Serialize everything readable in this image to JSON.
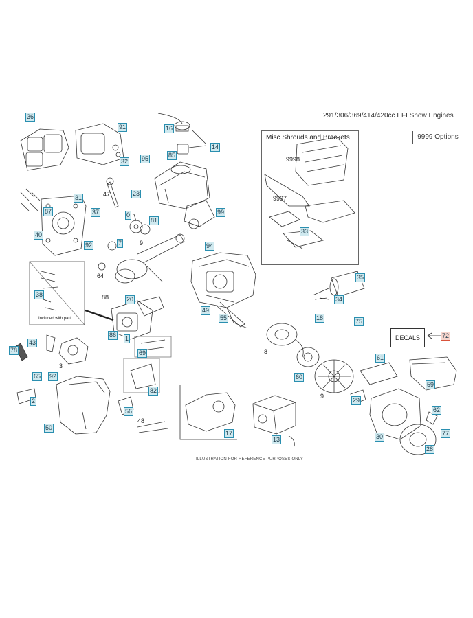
{
  "title": "291/306/369/414/420cc EFI Snow Engines",
  "options_label": "9999 Options",
  "misc_box_title": "Misc Shrouds and Brackets",
  "misc_items": [
    "9998",
    "9997"
  ],
  "decals_label": "DECALS",
  "decals_callout": "72",
  "inset_note": "Included with part",
  "footnote": "ILLUSTRATION FOR REFERENCE PURPOSES ONLY",
  "callouts": [
    "36",
    "91",
    "32",
    "16",
    "85",
    "14",
    "95",
    "47",
    "23",
    "87",
    "31",
    "37",
    "40",
    "92",
    "7",
    "0",
    "81",
    "99",
    "94",
    "9",
    "64",
    "38",
    "88",
    "20",
    "86",
    "1",
    "49",
    "55",
    "34",
    "35",
    "18",
    "75",
    "69",
    "43",
    "78",
    "3",
    "65",
    "92",
    "8",
    "61",
    "60",
    "9",
    "29",
    "59",
    "82",
    "2",
    "56",
    "50",
    "48",
    "17",
    "13",
    "30",
    "62",
    "77",
    "28",
    "33"
  ],
  "plain_labels": [
    "47",
    "64",
    "48",
    "9"
  ],
  "colors": {
    "callout_fill": "#cfe9ef",
    "callout_border": "#2a8fb0",
    "decals_fill": "#f6d4cc",
    "decals_border": "#d9533b"
  }
}
